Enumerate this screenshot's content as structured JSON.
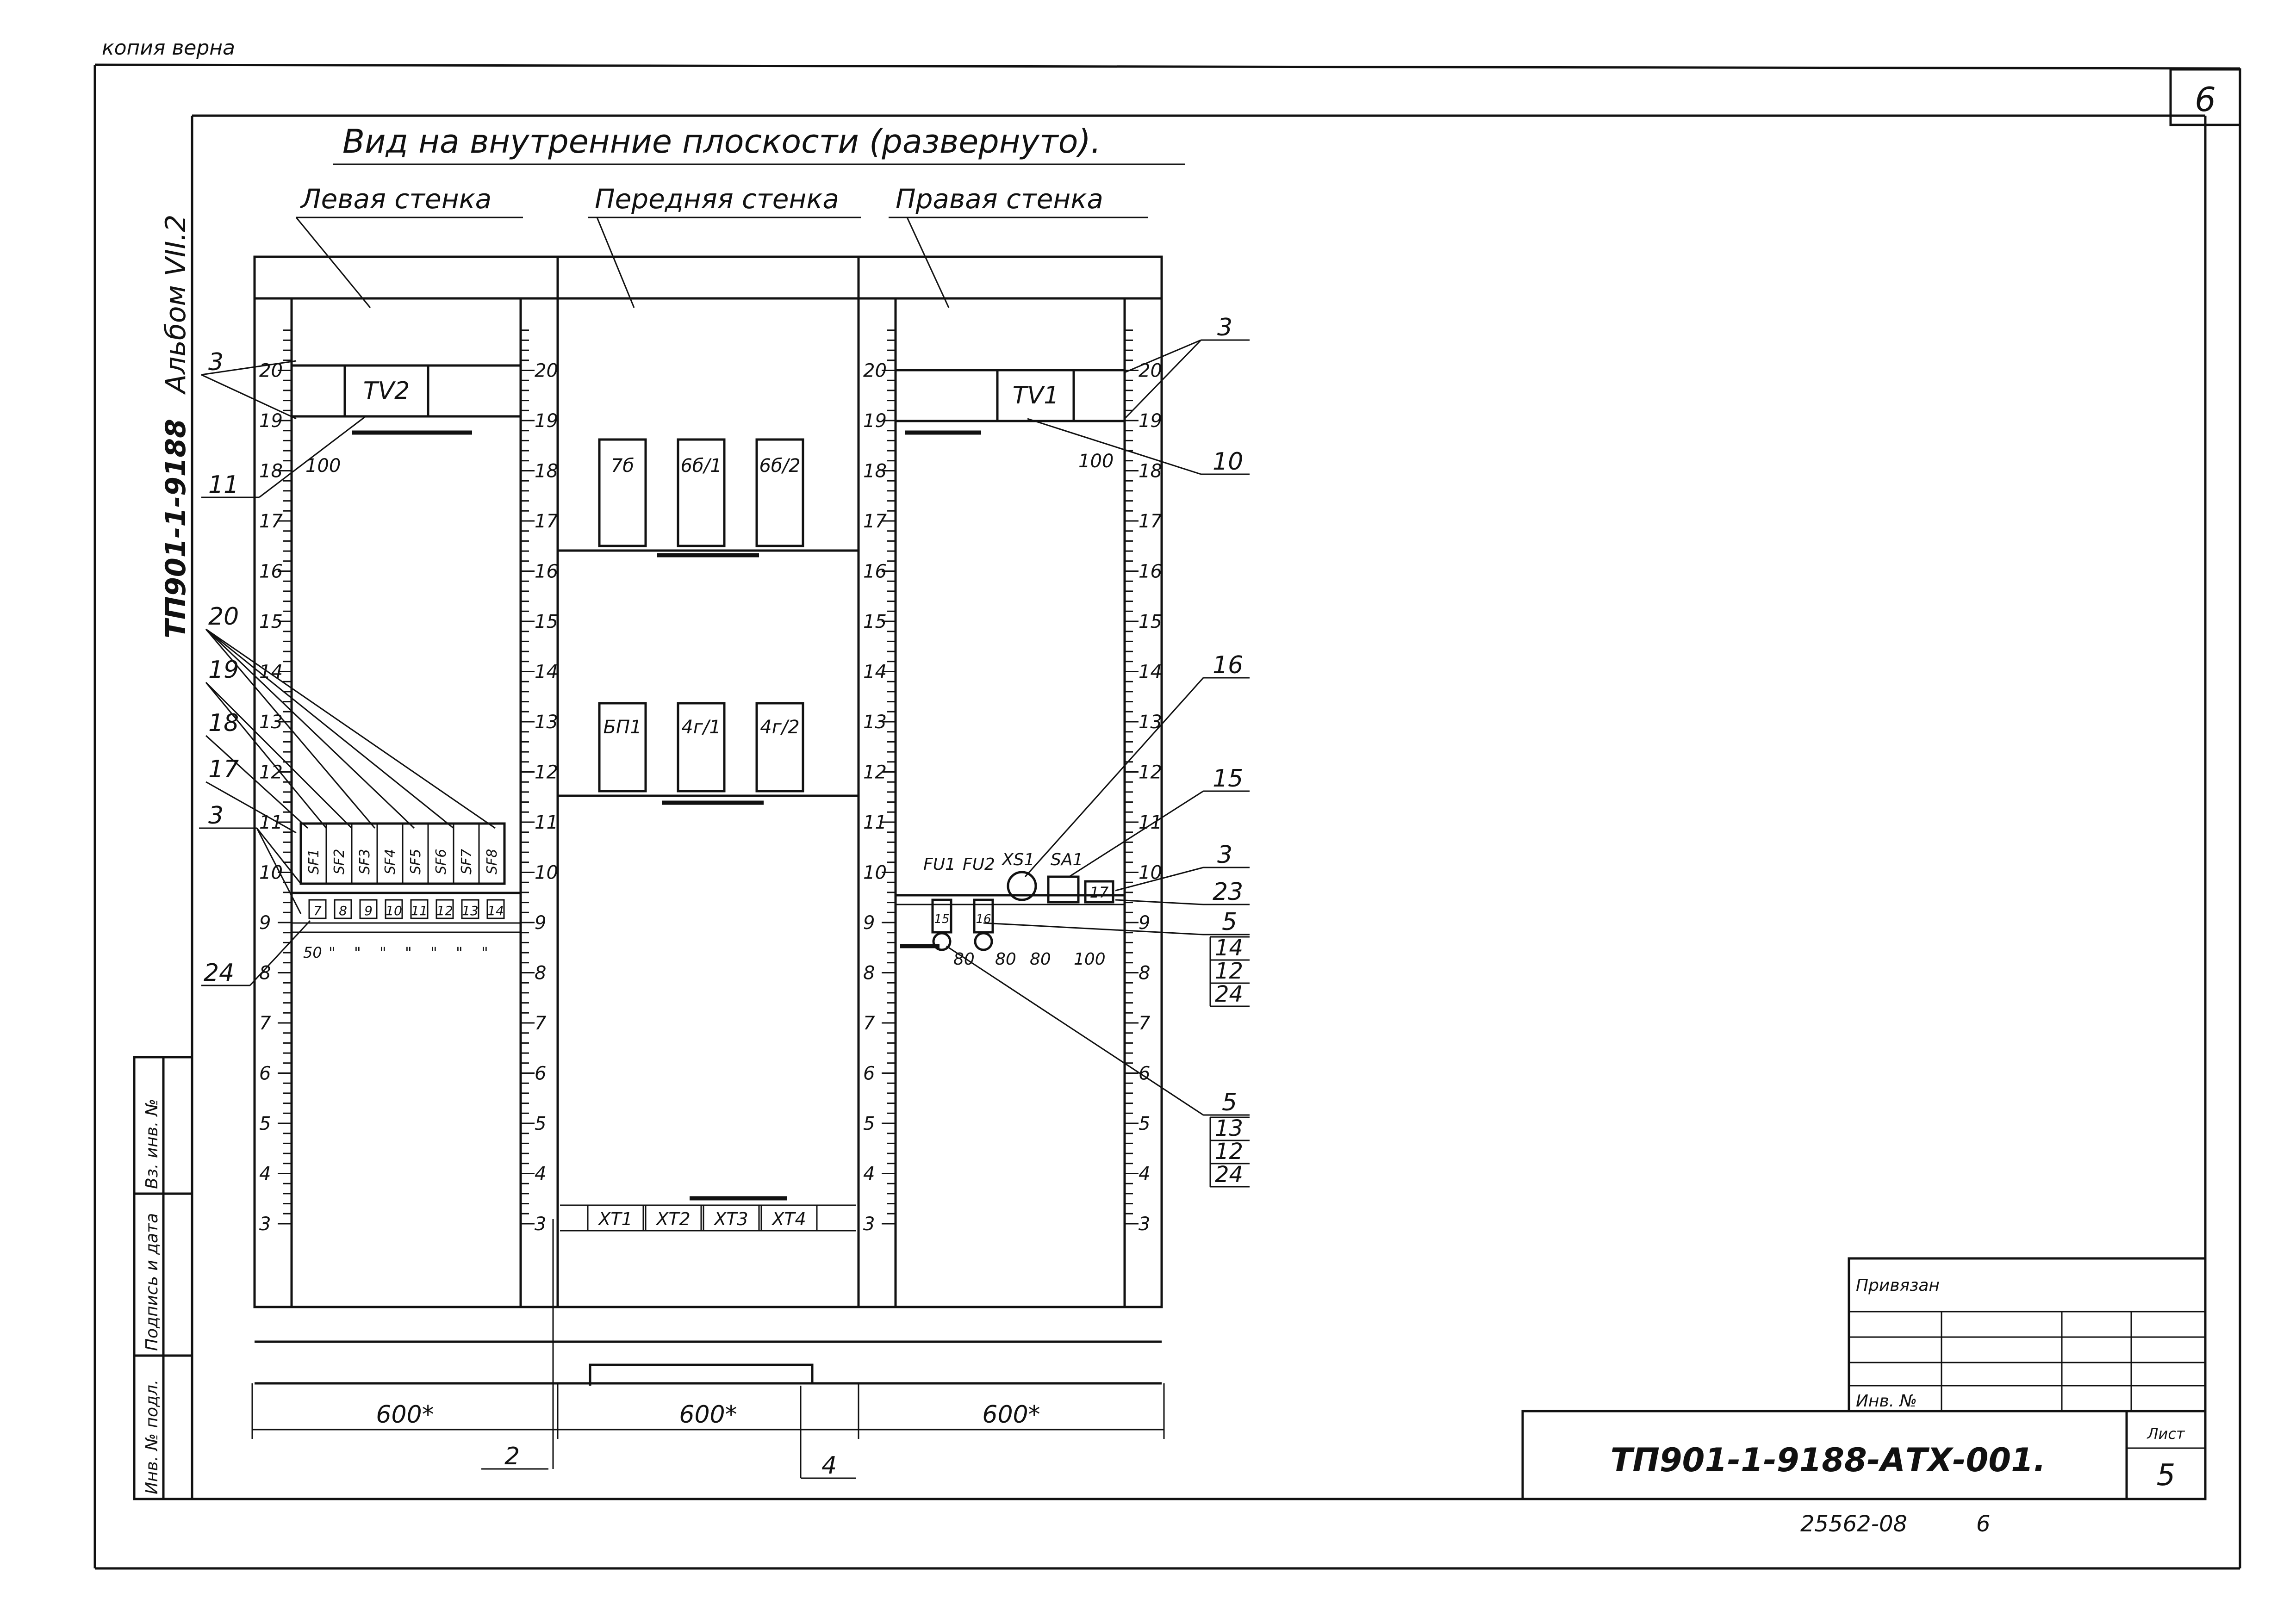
{
  "stamp_copy": "копия верна",
  "sheet_corner_number": "6",
  "album_code": "ТП901-1-9188",
  "album_label": "Альбом VII.2",
  "title": "Вид на внутренние плоскости (развернуто).",
  "walls": {
    "left": "Левая стенка",
    "front": "Передняя стенка",
    "right": "Правая стенка"
  },
  "scale_numbers": [
    "3",
    "4",
    "5",
    "6",
    "7",
    "8",
    "9",
    "10",
    "11",
    "12",
    "13",
    "14",
    "15",
    "16",
    "17",
    "18",
    "19",
    "20"
  ],
  "devices": {
    "tv2": "TV2",
    "tv1": "TV1",
    "dim_100_left": "100",
    "dim_100_right": "100",
    "upper_row": [
      "7б",
      "6б/1",
      "6б/2"
    ],
    "middle_row": [
      "БП1",
      "4г/1",
      "4г/2"
    ],
    "breakers": [
      "SF1",
      "SF2",
      "SF3",
      "SF4",
      "SF5",
      "SF6",
      "SF7",
      "SF8"
    ],
    "breaker_marks": [
      "7",
      "8",
      "9",
      "10",
      "11",
      "12",
      "13",
      "14"
    ],
    "spacing": [
      "50",
      "\"",
      "\"",
      "\"",
      "\"",
      "\"",
      "\"",
      "\""
    ],
    "terminals": [
      "XT1",
      "XT2",
      "XT3",
      "XT4"
    ],
    "right_devices": {
      "fu1": "FU1",
      "fu2": "FU2",
      "xs1": "XS1",
      "sa1": "SA1",
      "mark17": "17",
      "mark15": "15",
      "mark16": "16",
      "dims": [
        "80",
        "80",
        "80",
        "100"
      ]
    }
  },
  "callouts": {
    "left": [
      "3",
      "11",
      "20",
      "19",
      "18",
      "17",
      "3",
      "24"
    ],
    "right_top": [
      "3",
      "10"
    ],
    "right_mid": [
      "16",
      "15",
      "3",
      "23"
    ],
    "right_stack1": [
      "5",
      "14",
      "12",
      "24"
    ],
    "right_stack2": [
      "5",
      "13",
      "12",
      "24"
    ],
    "bottom": [
      "2",
      "4"
    ]
  },
  "dimensions": {
    "left": "600*",
    "middle": "600*",
    "right": "600*"
  },
  "margin_block": {
    "inv_podl": "Инв. № подл.",
    "signature_date": "Подпись и дата",
    "vz_inv": "Вз. инв. №"
  },
  "title_block": {
    "privyazan": "Привязан",
    "inv_no": "Инв. №",
    "drawing_code": "ТП901-1-9188-АТХ-001.",
    "list_label": "Лист",
    "list_number": "5",
    "footer_code": "25562-08",
    "footer_num": "6"
  }
}
